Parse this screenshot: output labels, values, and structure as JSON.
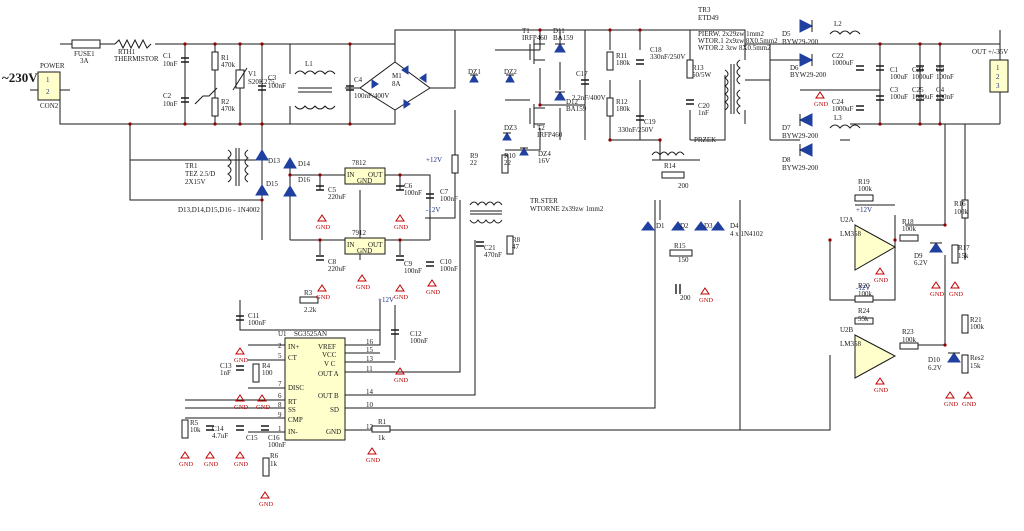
{
  "input": {
    "mains": "~230V",
    "power_label": "POWER",
    "con_label": "CON2",
    "pins": [
      "1",
      "2"
    ]
  },
  "labels": {
    "fuse": "FUSE1",
    "fuse_val": "3A",
    "rth": "RTH1",
    "thermistor": "THERMISTOR",
    "c1": "C1",
    "c1v": "10nF",
    "c2": "C2",
    "c2v": "10nF",
    "r1": "R1",
    "r1v": "470k",
    "r2": "R2",
    "r2v": "470k",
    "v1": "V1",
    "v1v": "S20K275",
    "c3": "C3",
    "c3v": "100nF",
    "l1": "L1",
    "c4": "C4",
    "c4v": "100nF/400V",
    "m1": "M1",
    "m1v": "8A",
    "t1": "T1",
    "t1v": "IRFP460",
    "t2": "T2",
    "t2v": "IRFP460",
    "d11": "D11",
    "d11v": "BA159",
    "d12": "D12",
    "d12v": "BA159",
    "dz1": "DZ1",
    "dz2": "DZ2",
    "dz3": "DZ3",
    "dz4": "DZ4",
    "dz4v": "16V",
    "c17": "C17",
    "c17v": "2.2nF/400V",
    "r11": "R11",
    "r11v": "180k",
    "r12": "R12",
    "r12v": "180k",
    "c18": "C18",
    "c18v": "330nF/250V",
    "c19": "C19",
    "c19v": "330nF/250V",
    "r13": "R13",
    "r13v": "50/5W",
    "c20": "C20",
    "c20v": "1nF",
    "tr3": "TR3",
    "tr3v": "ETD49",
    "wind1": "PIERW. 2x29zw 1mm2",
    "wind2": "WTOR.1 2x9zw 8X0.5mm2",
    "wind3": "WTOR.2 3zw 8X0.5mm2",
    "d5": "D5",
    "d5v": "BYW29-200",
    "d6": "D6",
    "d6v": "BYW29-200",
    "d7": "D7",
    "d7v": "BYW29-200",
    "d8": "D8",
    "d8v": "BYW29-200",
    "l2": "L2",
    "l3": "L3",
    "c22": "C22",
    "c22v": "1000uF",
    "c24": "C24",
    "c24v": "1000uF",
    "c1b": "C1",
    "c1bv": "100uF",
    "c3b": "C3",
    "c3bv": "100uF",
    "c23": "C23",
    "c23v": "1000uF",
    "c25": "C25",
    "c25v": "1000uF",
    "c2b": "C2",
    "c2bv": "100nF",
    "c4b": "C4",
    "c4bv": "100nF",
    "out": "OUT +/-35V",
    "out_pins": [
      "1",
      "2",
      "3"
    ],
    "tr1": "TR1",
    "tr1v": "TEZ 2.5/D",
    "tr1v2": "2X15V",
    "d13": "D13",
    "d14": "D14",
    "d15": "D15",
    "d16": "D16",
    "dnote": "D13,D14,D15,D16 - 1N4002",
    "reg1": "7812",
    "reg2": "7912",
    "in": "IN",
    "out_pin": "OUT",
    "gnd": "GND",
    "c5": "C5",
    "c5v": "220uF",
    "c6": "C6",
    "c6v": "100nF",
    "c7": "C7",
    "c7v": "100nF",
    "c8": "C8",
    "c8v": "220uF",
    "c9": "C9",
    "c9v": "100nF",
    "c10": "C10",
    "c10v": "100nF",
    "p12": "+12V",
    "m12": "-12V",
    "r9": "R9",
    "r9v": "22",
    "r10": "R10",
    "r10v": "22",
    "trster": "TR.STER",
    "trster2": "WTORNE 2x39zw 1mm2",
    "c21": "C21",
    "c21v": "470nF",
    "r8": "R8",
    "r8v": "47",
    "przek": "PRZEK",
    "r14": "R14",
    "r14v": "200",
    "r15": "R15",
    "r15v": "150",
    "c200": "200",
    "d1": "D1",
    "d2": "D2",
    "d3": "D3",
    "d4": "D4",
    "d4v": "4 x 1N4102",
    "c11": "C11",
    "c11v": "100nF",
    "r3": "R3",
    "r3v": "2.2k",
    "c12": "C12",
    "c12v": "100nF",
    "u1": "U1",
    "u1v": "SG3525AN",
    "pin_l": [
      "IN+",
      "CT",
      "DISC",
      "RT",
      "SS",
      "CMP",
      "IN-"
    ],
    "pin_r": [
      "VREF",
      "VCC",
      "V C",
      "OUT A",
      "OUT B",
      "SD",
      "GND"
    ],
    "pin_ln": [
      "2",
      "5",
      "7",
      "6",
      "8",
      "9",
      "1"
    ],
    "pin_rn": [
      "16",
      "15",
      "13",
      "11",
      "14",
      "10",
      "12"
    ],
    "c13": "C13",
    "c13v": "1nF",
    "r4": "R4",
    "r4v": "100",
    "r5": "R5",
    "r5v": "10k",
    "c14": "C14",
    "c14v": "4.7uF",
    "c15": "C15",
    "c16": "C16",
    "c16v": "100nF",
    "r6": "R6",
    "r6v": "1k",
    "r1b": "R1",
    "r1bv": "1k",
    "u2a": "U2A",
    "u2b": "U2B",
    "lm": "LM358",
    "r19": "R19",
    "r19v": "100k",
    "r18": "R18",
    "r18v": "100k",
    "r20": "R20",
    "r20v": "100k",
    "r24": "R24",
    "r24v": "55k",
    "r23": "R23",
    "r23v": "100k",
    "r16": "R16",
    "r16v": "100k",
    "r17": "R17",
    "r17v": "15k",
    "r21": "R21",
    "r21v": "100k",
    "d9": "D9",
    "d9v": "6.2V",
    "d10": "D10",
    "d10v": "6.2V",
    "res2": "Res2",
    "res2v": "15k",
    "plus12": "+12V",
    "minus12": "-12V"
  }
}
